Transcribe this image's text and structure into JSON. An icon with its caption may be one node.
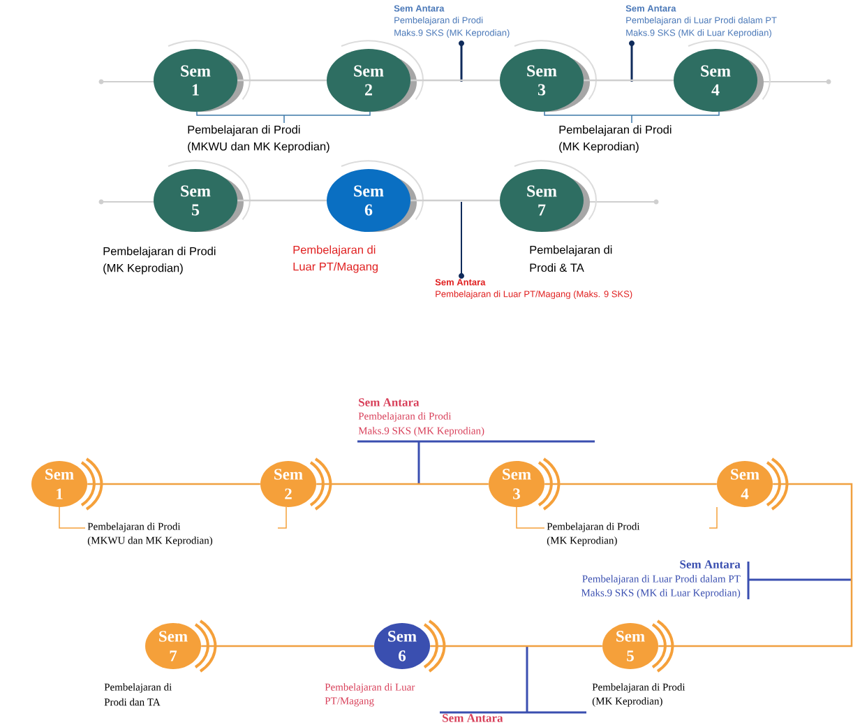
{
  "diagram": {
    "nodes": [
      {
        "text": [
          "Sem 1"
        ]
      },
      {
        "text": [
          "Sem 2"
        ]
      },
      {
        "text": [
          "Sem 3"
        ]
      },
      {
        "text": [
          "Sem 4"
        ]
      },
      {
        "text": [
          "Sem 5"
        ]
      },
      {
        "text": [
          "Sem 6"
        ]
      },
      {
        "text": [
          "Sem 7"
        ]
      },
      {
        "text": [
          "Sem 1"
        ]
      },
      {
        "text": [
          "Sem 2"
        ]
      },
      {
        "text": [
          "Sem 3"
        ]
      },
      {
        "text": [
          "Sem 4"
        ]
      },
      {
        "text": [
          "Sem 5"
        ]
      },
      {
        "text": [
          "Sem 6"
        ]
      },
      {
        "text": [
          "Sem 7"
        ]
      }
    ],
    "edges": [
      {
        "from": 0,
        "to": 1,
        "arrow": "none",
        "color": "#cfcfcf"
      },
      {
        "from": 1,
        "to": 2,
        "arrow": "none",
        "color": "#cfcfcf"
      },
      {
        "from": 2,
        "to": 3,
        "arrow": "none",
        "color": "#cfcfcf"
      },
      {
        "from": 4,
        "to": 5,
        "arrow": "none",
        "color": "#cfcfcf"
      },
      {
        "from": 5,
        "to": 6,
        "arrow": "none",
        "color": "#cfcfcf"
      },
      {
        "from": 7,
        "to": 8,
        "arrow": "none",
        "color": "#f0a040"
      },
      {
        "from": 8,
        "to": 9,
        "arrow": "none",
        "color": "#f0a040"
      },
      {
        "from": 9,
        "to": 10,
        "arrow": "none",
        "color": "#f0a040"
      },
      {
        "from": 10,
        "to": 11,
        "arrow": "none",
        "color": "#f0a040"
      },
      {
        "from": 11,
        "to": 12,
        "arrow": "none",
        "color": "#f0a040"
      },
      {
        "from": 12,
        "to": 13,
        "arrow": "none",
        "color": "#f0a040"
      }
    ],
    "labels": [
      "Sem Antara",
      "Pembelajaran di Prodi",
      "Maks.9 SKS (MK Keprodian)",
      "Sem Antara",
      "Pembelajaran di Luar Prodi dalam PT",
      "Maks.9 SKS (MK di Luar Keprodian)",
      "Pembelajaran di Prodi",
      "(MKWU dan MK Keprodian)",
      "Pembelajaran di Prodi",
      "(MK Keprodian)",
      "Pembelajaran di Prodi",
      "(MK Keprodian)",
      "Pembelajaran di",
      "Luar PT/Magang",
      "Pembelajaran di",
      "Prodi & TA",
      "Sem Antara",
      "Pembelajaran di Luar PT/Magang (Maks. 9 SKS)",
      "Sem Antara",
      "Pembelajaran di Prodi",
      "Maks.9 SKS (MK Keprodian)",
      "Pembelajaran di Prodi",
      "(MKWU dan MK Keprodian)",
      "Pembelajaran di Prodi",
      "(MK Keprodian)",
      "Sem Antara",
      "Pembelajaran di Luar Prodi dalam PT",
      "Maks.9 SKS (MK di Luar Keprodian)",
      "Pembelajaran di",
      "Prodi dan TA",
      "Pembelajaran di Luar",
      "PT/Magang",
      "Pembelajaran di Prodi",
      "(MK Keprodian)",
      "Sem Antara"
    ]
  }
}
